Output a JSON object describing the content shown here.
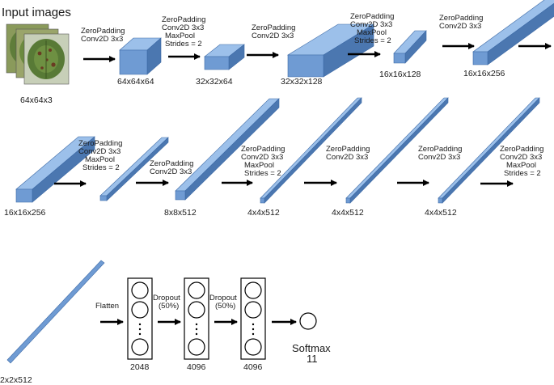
{
  "title": "Input images",
  "input": {
    "dims": "64x64x3"
  },
  "layers": [
    {
      "op": [
        "ZeroPadding",
        "Conv2D 3x3"
      ],
      "dims": "64x64x64"
    },
    {
      "op": [
        "ZeroPadding",
        "Conv2D 3x3",
        "MaxPool",
        "Strides = 2"
      ],
      "dims": "32x32x64"
    },
    {
      "op": [
        "ZeroPadding",
        "Conv2D 3x3"
      ],
      "dims": "32x32x128"
    },
    {
      "op": [
        "ZeroPadding",
        "Conv2D 3x3",
        "MaxPool",
        "Strides = 2"
      ],
      "dims": "16x16x128"
    },
    {
      "op": [
        "ZeroPadding",
        "Conv2D 3x3"
      ],
      "dims": "16x16x256"
    },
    {
      "op": [],
      "dims": "16x16x256"
    },
    {
      "op": [
        "ZeroPadding",
        "Conv2D 3x3",
        "MaxPool",
        "Strides = 2"
      ],
      "dims": ""
    },
    {
      "op": [
        "ZeroPadding",
        "Conv2D 3x3"
      ],
      "dims": "8x8x512"
    },
    {
      "op": [
        "ZeroPadding",
        "Conv2D 3x3",
        "MaxPool",
        "Strides = 2"
      ],
      "dims": "4x4x512"
    },
    {
      "op": [
        "ZeroPadding",
        "Conv2D 3x3"
      ],
      "dims": "4x4x512"
    },
    {
      "op": [
        "ZeroPadding",
        "Conv2D 3x3"
      ],
      "dims": "4x4x512"
    },
    {
      "op": [
        "ZeroPadding",
        "Conv2D 3x3",
        "MaxPool",
        "Strides = 2"
      ],
      "dims": ""
    }
  ],
  "final_feature": {
    "dims": "2x2x512"
  },
  "dense": {
    "flatten_label": "Flatten",
    "layers": [
      {
        "size": "2048"
      },
      {
        "size": "4096",
        "dropout": [
          "Dropout",
          "(50%)"
        ]
      },
      {
        "size": "4096",
        "dropout": [
          "Dropout",
          "(50%)"
        ]
      }
    ],
    "output": {
      "label": "Softmax",
      "count": "11"
    }
  },
  "colors": {
    "front": "#6f9bd3",
    "top": "#9cc0ea",
    "side": "#4b77b0",
    "edge": "#3d6aa6"
  }
}
